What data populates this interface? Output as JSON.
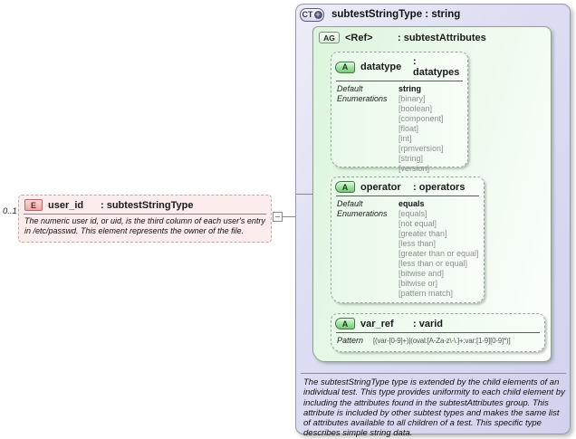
{
  "colors": {
    "lavender": "#d6d6f0",
    "green_box": "#e4f7e4",
    "pink_box": "#fdecec",
    "enum_gray": "#8f8f8f"
  },
  "element": {
    "cardinality": "0..1",
    "icon": "E",
    "name": "user_id",
    "type": ": subtestStringType",
    "annotation": "The numeric user id, or uid, is the third column of each user's entry in /etc/passwd.  This element represents the owner of the file."
  },
  "complex_type": {
    "icon": "CT",
    "icon_plus": "+",
    "title_name": "subtestStringType : string",
    "annotation": "The subtestStringType type is extended by the child elements of an individual test.  This type provides uniformity to each child element by including the attributes found in the subtestAttributes group.  This attribute is included by other subtest types and makes the same list of attributes available to all children of a test.  This specific type describes simple string data.",
    "attribute_group": {
      "icon": "AG",
      "name": "<Ref>",
      "type": ": subtestAttributes",
      "attributes": {
        "datatype": {
          "icon": "A",
          "name": "datatype",
          "type": ": datatypes",
          "default_label": "Default",
          "default_value": "string",
          "enum_label": "Enumerations",
          "enum_values": [
            "[binary]",
            "[boolean]",
            "[component]",
            "[float]",
            "[int]",
            "[rpmversion]",
            "[string]",
            "[version]"
          ]
        },
        "operator": {
          "icon": "A",
          "name": "operator",
          "type": ": operators",
          "default_label": "Default",
          "default_value": "equals",
          "enum_label": "Enumerations",
          "enum_values": [
            "[equals]",
            "[not equal]",
            "[greater than]",
            "[less than]",
            "[greater than or equal]",
            "[less than or equal]",
            "[bitwise and]",
            "[bitwise or]",
            "[pattern match]"
          ]
        },
        "var_ref": {
          "icon": "A",
          "name": "var_ref",
          "type": ": varid",
          "pattern_label": "Pattern",
          "pattern_value": "[(var-[0-9]+)|(oval:[A-Za-z\\-\\.]+:var:[1-9][0-9]*)]"
        }
      }
    }
  }
}
